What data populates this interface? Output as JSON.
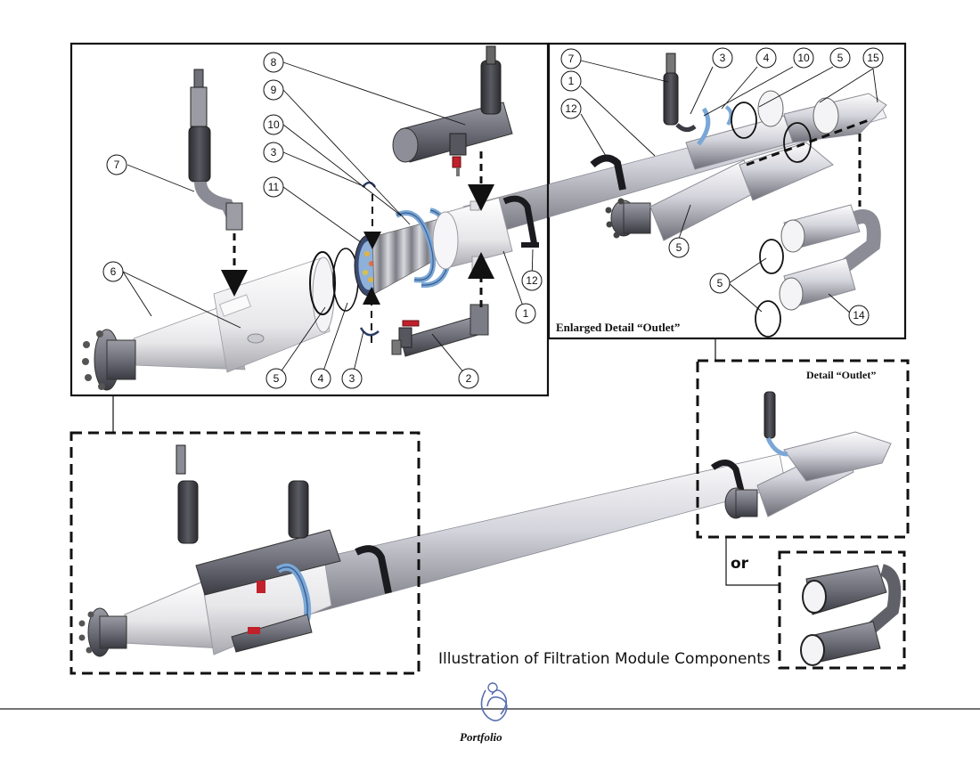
{
  "figure": {
    "caption": "Illustration of Filtration Module Components",
    "or_label": "or",
    "logo_text": "Portfolio"
  },
  "panels": {
    "exploded": {
      "callouts": [
        {
          "id": "c8",
          "label": "8"
        },
        {
          "id": "c9",
          "label": "9"
        },
        {
          "id": "c10",
          "label": "10"
        },
        {
          "id": "c3a",
          "label": "3"
        },
        {
          "id": "c11",
          "label": "11"
        },
        {
          "id": "c7",
          "label": "7"
        },
        {
          "id": "c6",
          "label": "6"
        },
        {
          "id": "c5",
          "label": "5"
        },
        {
          "id": "c4",
          "label": "4"
        },
        {
          "id": "c3b",
          "label": "3"
        },
        {
          "id": "c2",
          "label": "2"
        },
        {
          "id": "c1",
          "label": "1"
        },
        {
          "id": "c12",
          "label": "12"
        }
      ]
    },
    "enlarged_outlet": {
      "title": "Enlarged Detail “Outlet”",
      "callouts": [
        {
          "id": "e7",
          "label": "7"
        },
        {
          "id": "e3",
          "label": "3"
        },
        {
          "id": "e4",
          "label": "4"
        },
        {
          "id": "e10",
          "label": "10"
        },
        {
          "id": "e5a",
          "label": "5"
        },
        {
          "id": "e15",
          "label": "15"
        },
        {
          "id": "e1",
          "label": "1"
        },
        {
          "id": "e12",
          "label": "12"
        },
        {
          "id": "e5b",
          "label": "5"
        },
        {
          "id": "e5c",
          "label": "5"
        },
        {
          "id": "e14",
          "label": "14"
        }
      ]
    },
    "detail_outlet": {
      "title": "Detail “Outlet”"
    }
  },
  "colors": {
    "pipe_light": "#f2f2f2",
    "pipe_mid": "#b9b9c4",
    "pipe_dark": "#5f6068",
    "fitting_dark": "#3f3f46",
    "accent_red": "#c0212a",
    "flange_blue": "#7aa7d6",
    "line": "#111111"
  }
}
